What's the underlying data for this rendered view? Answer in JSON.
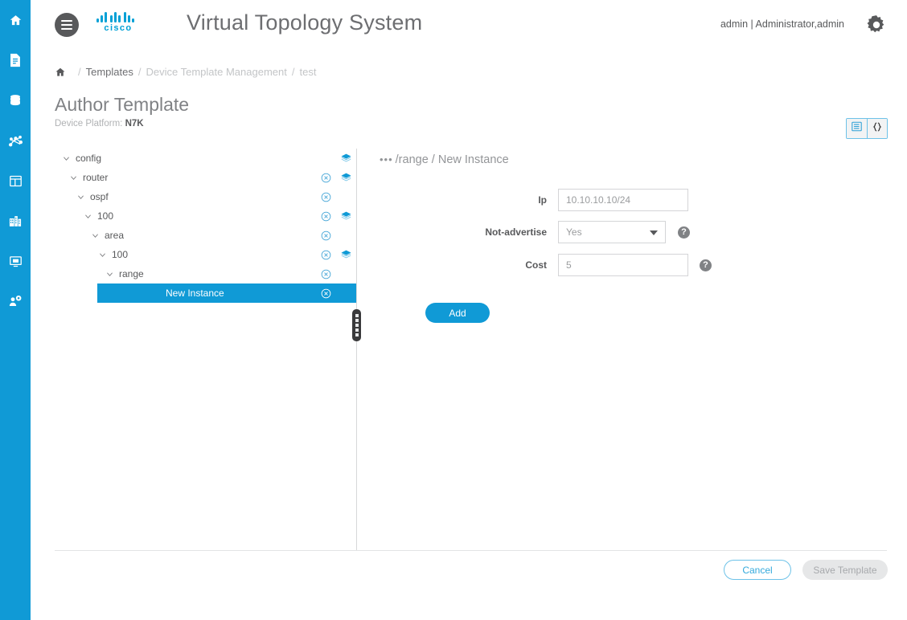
{
  "rail": {
    "items": [
      {
        "icon": "home-icon",
        "name": "sidebar-item-home"
      },
      {
        "icon": "document-icon",
        "name": "sidebar-item-documents"
      },
      {
        "icon": "database-icon",
        "name": "sidebar-item-database"
      },
      {
        "icon": "topology-icon",
        "name": "sidebar-item-topology"
      },
      {
        "icon": "grid-icon",
        "name": "sidebar-item-dashboard"
      },
      {
        "icon": "building-icon",
        "name": "sidebar-item-datacenter"
      },
      {
        "icon": "monitor-icon",
        "name": "sidebar-item-devices"
      },
      {
        "icon": "user-settings-icon",
        "name": "sidebar-item-admin"
      }
    ]
  },
  "header": {
    "menu_icon": "hamburger-icon",
    "brand": "cisco",
    "title": "Virtual Topology System",
    "user": "admin | Administrator,admin",
    "settings_icon": "gear-icon"
  },
  "breadcrumb": {
    "home_icon": "home-icon",
    "items": [
      {
        "label": "Templates",
        "muted": false
      },
      {
        "label": "Device Template Management",
        "muted": true
      },
      {
        "label": "test",
        "muted": true
      }
    ],
    "separator": "/"
  },
  "page": {
    "title": "Author Template",
    "platform_label": "Device Platform:",
    "platform_value": "N7K"
  },
  "view_toggle": {
    "options": [
      {
        "name": "form-view-button",
        "icon": "list-view-icon",
        "active": false
      },
      {
        "name": "json-view-button",
        "icon": "braces-icon",
        "active": true
      }
    ]
  },
  "tree": {
    "nodes": [
      {
        "label": "config",
        "depth": 0,
        "chevron": "chevron-down-icon",
        "delete": false,
        "layers": true,
        "selected": false
      },
      {
        "label": "router",
        "depth": 1,
        "chevron": "chevron-down-icon",
        "delete": true,
        "layers": true,
        "selected": false
      },
      {
        "label": "ospf",
        "depth": 2,
        "chevron": "chevron-down-icon",
        "delete": true,
        "layers": false,
        "selected": false
      },
      {
        "label": "100",
        "depth": 3,
        "chevron": "chevron-down-icon",
        "delete": true,
        "layers": true,
        "selected": false
      },
      {
        "label": "area",
        "depth": 4,
        "chevron": "chevron-down-icon",
        "delete": true,
        "layers": false,
        "selected": false
      },
      {
        "label": "100",
        "depth": 5,
        "chevron": "chevron-down-icon",
        "delete": true,
        "layers": true,
        "selected": false
      },
      {
        "label": "range",
        "depth": 6,
        "chevron": "chevron-down-icon",
        "delete": true,
        "layers": false,
        "selected": false
      },
      {
        "label": "New Instance",
        "depth": 7,
        "chevron": "",
        "delete": true,
        "layers": false,
        "selected": true
      }
    ]
  },
  "form": {
    "crumb_dots": "•••",
    "crumb_path": "/range / New Instance",
    "fields": [
      {
        "label": "Ip",
        "type": "text",
        "value": "10.10.10.10/24",
        "help": false
      },
      {
        "label": "Not-advertise",
        "type": "select",
        "value": "Yes",
        "help": true,
        "help_glyph": "?"
      },
      {
        "label": "Cost",
        "type": "text",
        "value": "5",
        "help": true,
        "help_glyph": "?"
      }
    ],
    "add_label": "Add"
  },
  "footer": {
    "cancel_label": "Cancel",
    "save_label": "Save Template"
  },
  "colors": {
    "cisco_blue": "#109ad6",
    "accent_light": "#6dc2e8",
    "text_gray": "#58595b",
    "muted_gray": "#c3c5c7"
  }
}
